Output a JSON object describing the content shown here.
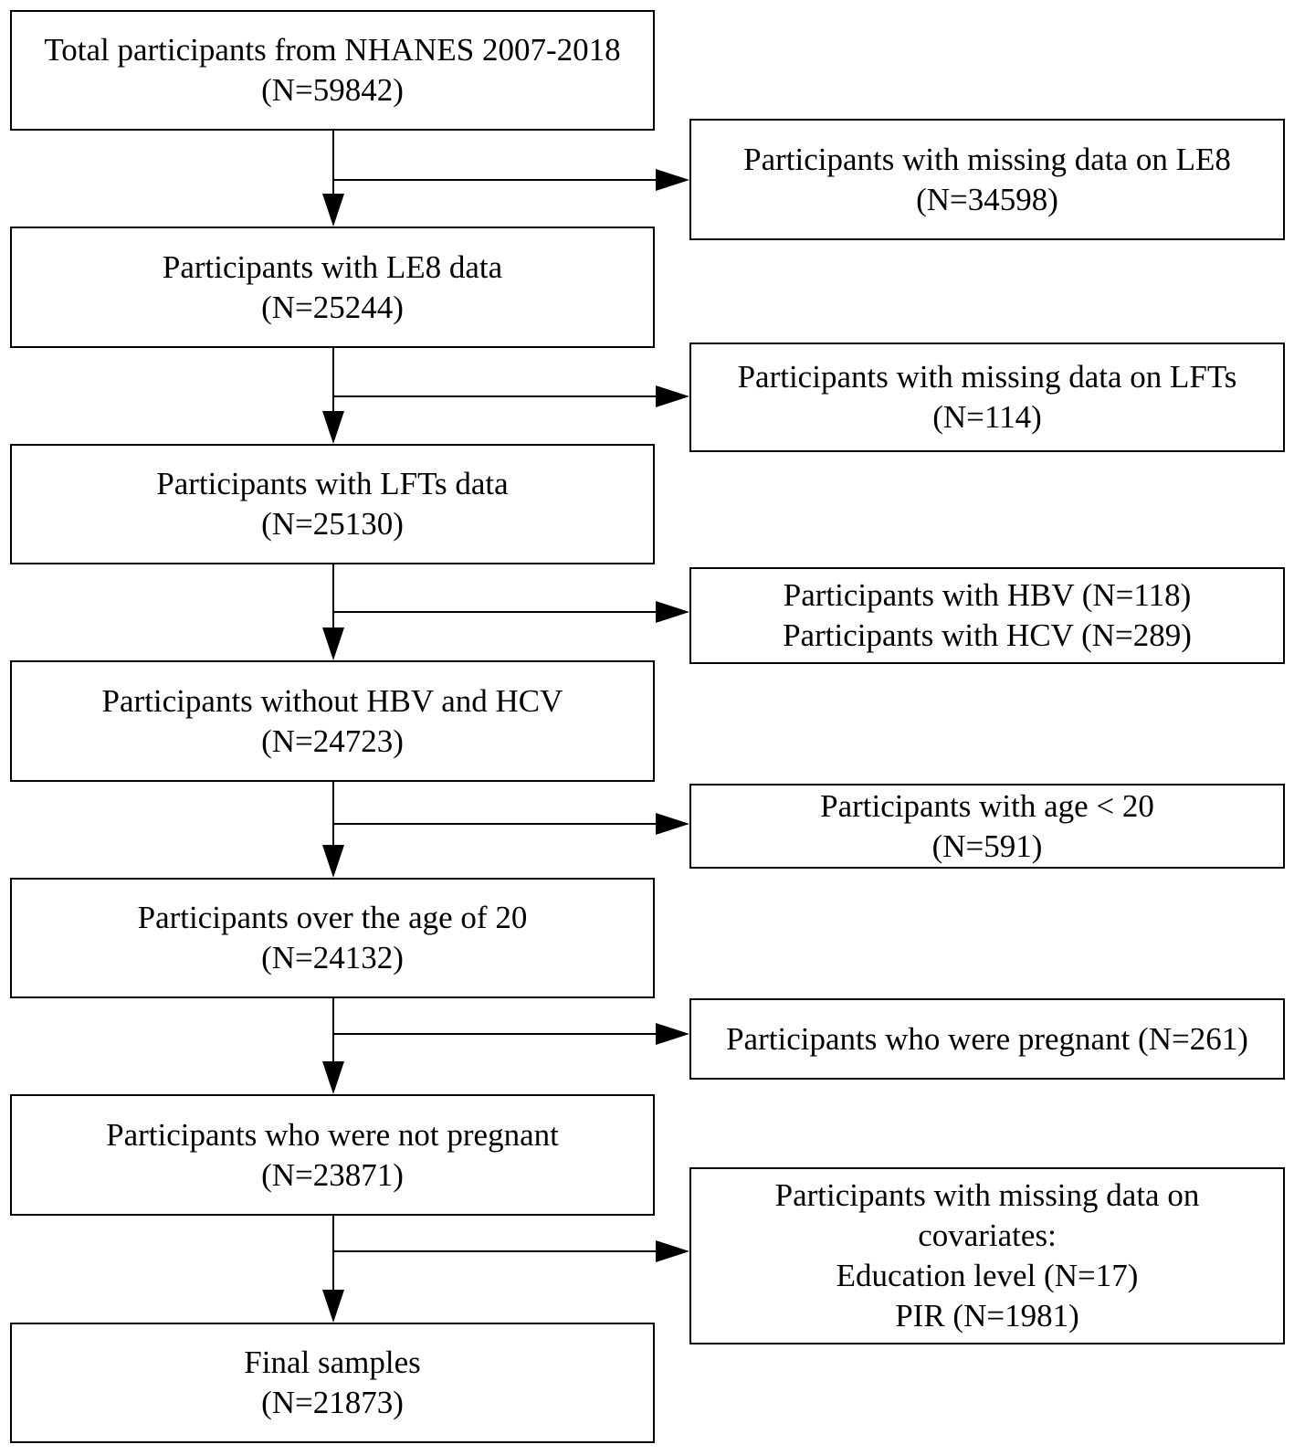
{
  "main_steps": [
    {
      "lines": [
        "Total participants from NHANES 2007-2018",
        "(N=59842)"
      ]
    },
    {
      "lines": [
        "Participants with LE8 data",
        "(N=25244)"
      ]
    },
    {
      "lines": [
        "Participants with LFTs data",
        "(N=25130)"
      ]
    },
    {
      "lines": [
        "Participants without HBV and HCV",
        "(N=24723)"
      ]
    },
    {
      "lines": [
        "Participants over the age of 20",
        "(N=24132)"
      ]
    },
    {
      "lines": [
        "Participants who were not pregnant",
        "(N=23871)"
      ]
    },
    {
      "lines": [
        "Final samples",
        "(N=21873)"
      ]
    }
  ],
  "exclusions": [
    {
      "lines": [
        "Participants with missing data on LE8",
        "(N=34598)"
      ]
    },
    {
      "lines": [
        "Participants with missing data on LFTs",
        "(N=114)"
      ]
    },
    {
      "lines": [
        "Participants with HBV (N=118)",
        "Participants with HCV (N=289)"
      ]
    },
    {
      "lines": [
        "Participants with age < 20",
        "(N=591)"
      ]
    },
    {
      "lines": [
        "Participants who were pregnant (N=261)"
      ]
    },
    {
      "lines": [
        "Participants with missing data on",
        "covariates:",
        "Education level (N=17)",
        "PIR (N=1981)"
      ]
    }
  ]
}
